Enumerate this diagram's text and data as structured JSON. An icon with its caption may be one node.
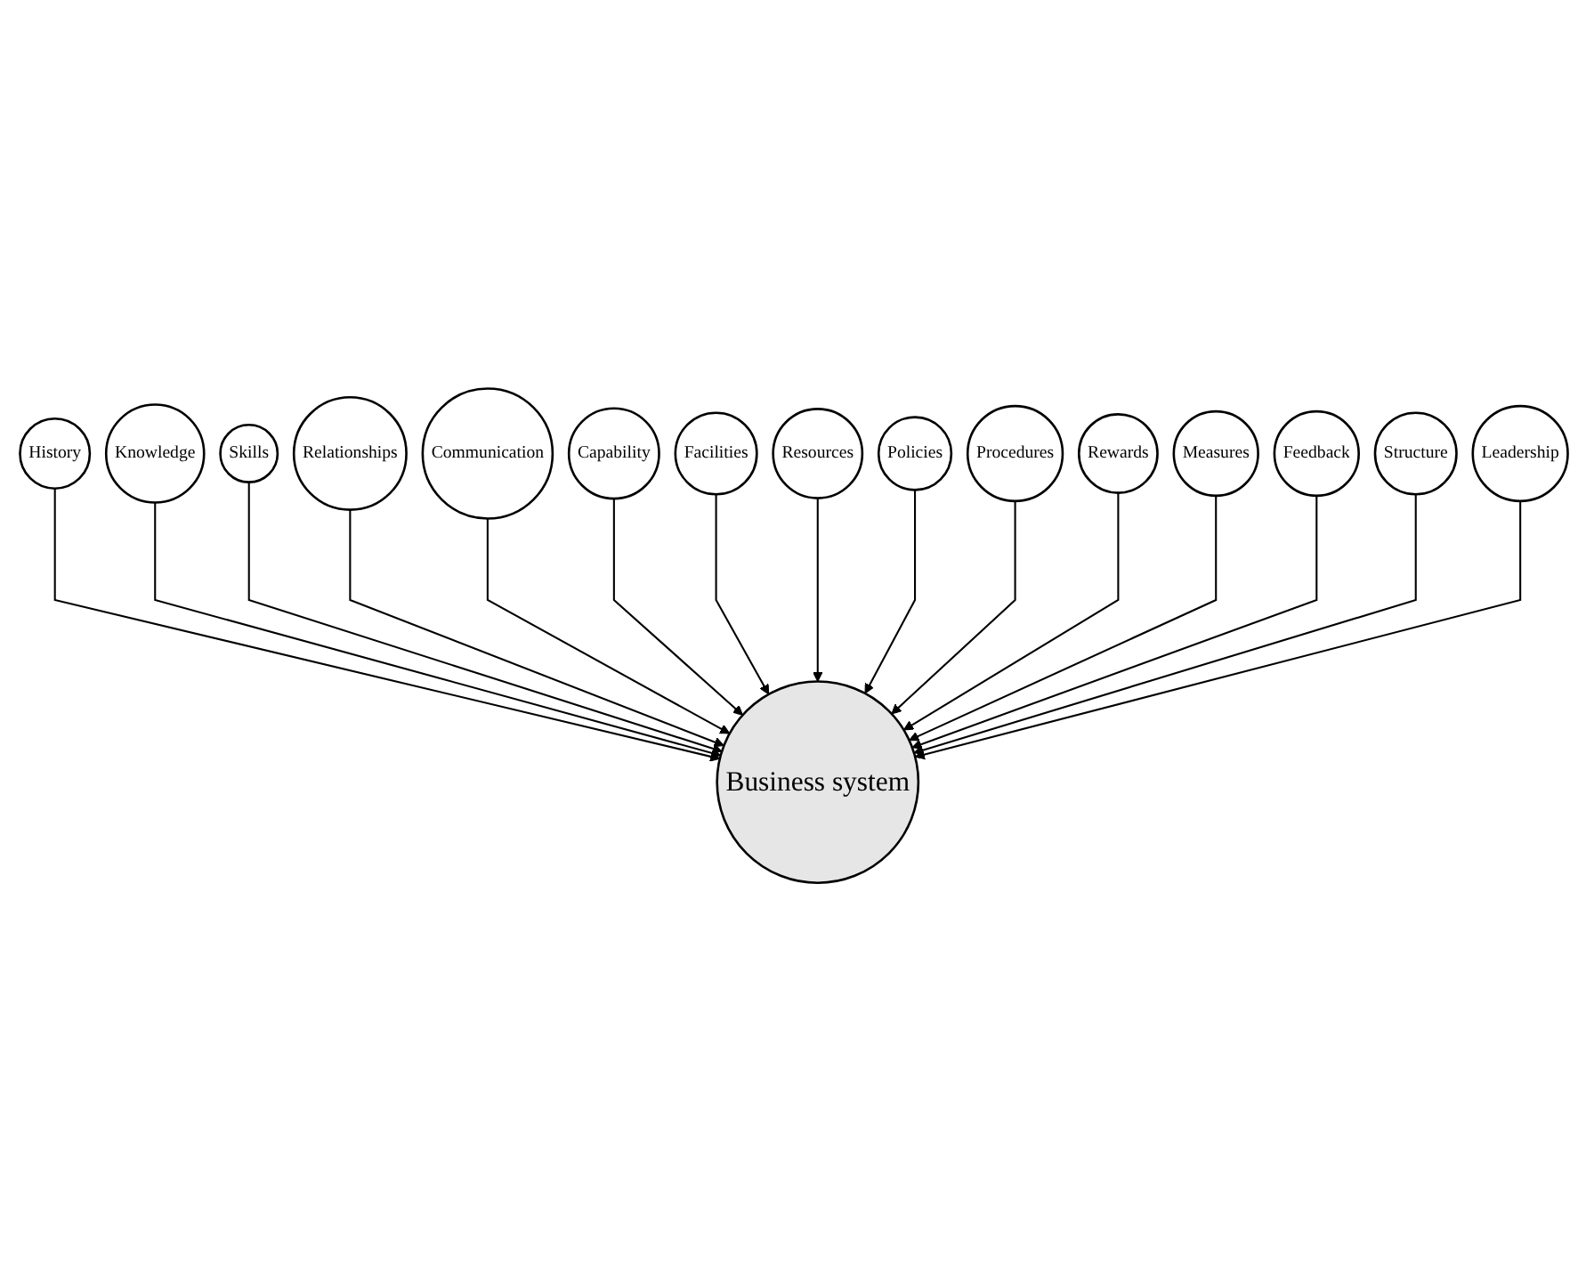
{
  "diagram": {
    "nodes": [
      {
        "text": [
          "Business system"
        ]
      },
      {
        "text": [
          "History"
        ]
      },
      {
        "text": [
          "Knowledge"
        ]
      },
      {
        "text": [
          "Skills"
        ]
      },
      {
        "text": [
          "Relationships"
        ]
      },
      {
        "text": [
          "Communication"
        ]
      },
      {
        "text": [
          "Capability"
        ]
      },
      {
        "text": [
          "Facilities"
        ]
      },
      {
        "text": [
          "Resources"
        ]
      },
      {
        "text": [
          "Policies"
        ]
      },
      {
        "text": [
          "Procedures"
        ]
      },
      {
        "text": [
          "Rewards"
        ]
      },
      {
        "text": [
          "Measures"
        ]
      },
      {
        "text": [
          "Feedback"
        ]
      },
      {
        "text": [
          "Structure"
        ]
      },
      {
        "text": [
          "Leadership"
        ]
      }
    ],
    "edges": [
      {
        "from": 1,
        "to": 0,
        "arrow": "to"
      },
      {
        "from": 2,
        "to": 0,
        "arrow": "to"
      },
      {
        "from": 3,
        "to": 0,
        "arrow": "to"
      },
      {
        "from": 4,
        "to": 0,
        "arrow": "to"
      },
      {
        "from": 5,
        "to": 0,
        "arrow": "to"
      },
      {
        "from": 6,
        "to": 0,
        "arrow": "to"
      },
      {
        "from": 7,
        "to": 0,
        "arrow": "to"
      },
      {
        "from": 8,
        "to": 0,
        "arrow": "to"
      },
      {
        "from": 9,
        "to": 0,
        "arrow": "to"
      },
      {
        "from": 10,
        "to": 0,
        "arrow": "to"
      },
      {
        "from": 11,
        "to": 0,
        "arrow": "to"
      },
      {
        "from": 12,
        "to": 0,
        "arrow": "to"
      },
      {
        "from": 13,
        "to": 0,
        "arrow": "to"
      },
      {
        "from": 14,
        "to": 0,
        "arrow": "to"
      },
      {
        "from": 15,
        "to": 0,
        "arrow": "to"
      }
    ]
  }
}
